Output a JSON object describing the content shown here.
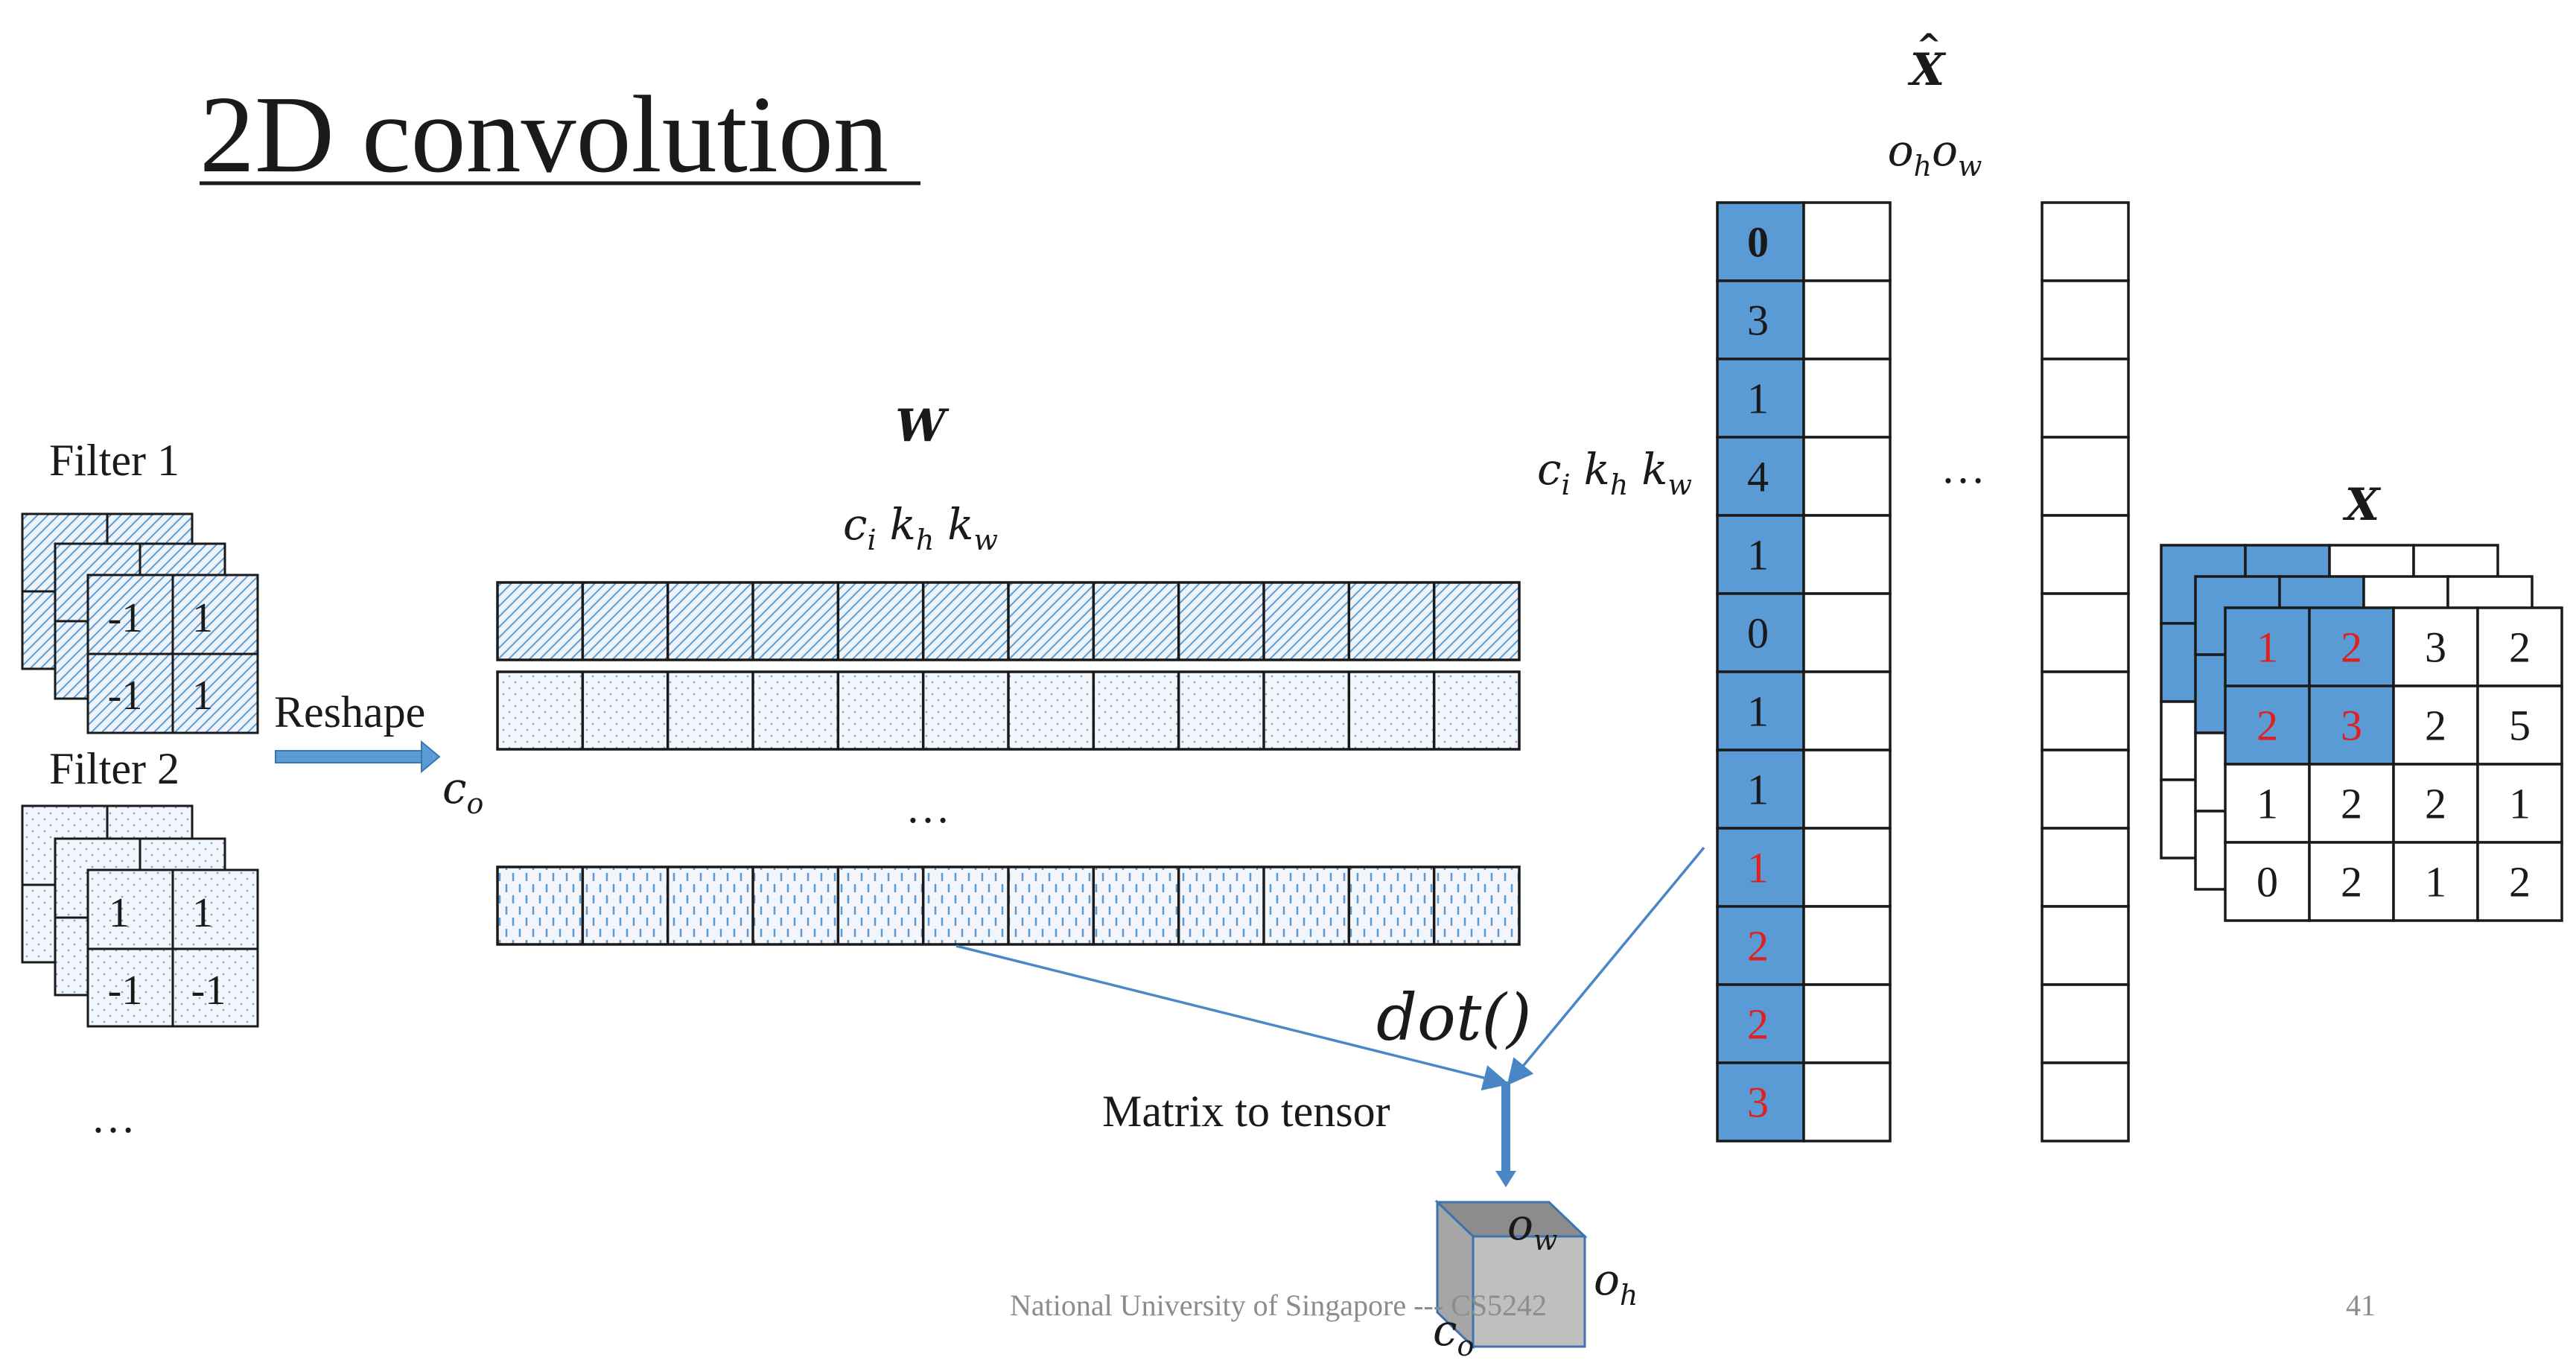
{
  "slide": {
    "title": "2D convolution",
    "footer": "National University of Singapore --- CS5242",
    "page_number": "41"
  },
  "filters": {
    "filter1": {
      "label": "Filter 1",
      "cells": [
        "-1",
        "1",
        "-1",
        "1"
      ]
    },
    "filter2": {
      "label": "Filter 2",
      "cells": [
        "1",
        "1",
        "-1",
        "-1"
      ]
    },
    "ellipsis": "…"
  },
  "reshape_label": "Reshape",
  "w_matrix": {
    "name": "W",
    "cols_label_parts": [
      "c",
      "i",
      "k",
      "h",
      "k",
      "w"
    ],
    "rows_label_parts": [
      "c",
      "o"
    ],
    "ellipsis": "…",
    "row_patterns": [
      "diagonal-hatch",
      "dot-pattern",
      "dash-pattern"
    ]
  },
  "xhat_matrix": {
    "name": "X",
    "hat": "^",
    "cols_label_parts": [
      "o",
      "h",
      "o",
      "w"
    ],
    "rows_label_parts": [
      "c",
      "i",
      "k",
      "h",
      "k",
      "w"
    ],
    "first_column": [
      "0",
      "3",
      "1",
      "4",
      "1",
      "0",
      "1",
      "1",
      "1",
      "2",
      "2",
      "3"
    ],
    "first_column_red_from": 8,
    "ellipsis": "…"
  },
  "x_tensor": {
    "name": "X",
    "front_grid": [
      [
        "1",
        "2",
        "3",
        "2"
      ],
      [
        "2",
        "3",
        "2",
        "5"
      ],
      [
        "1",
        "2",
        "2",
        "1"
      ],
      [
        "0",
        "2",
        "1",
        "2"
      ]
    ],
    "highlighted_cells": [
      [
        0,
        0
      ],
      [
        0,
        1
      ],
      [
        1,
        0
      ],
      [
        1,
        1
      ]
    ]
  },
  "dot_label": "dot()",
  "matrix_to_tensor_label": "Matrix to tensor",
  "output_cube": {
    "w_label_parts": [
      "o",
      "w"
    ],
    "h_label_parts": [
      "o",
      "h"
    ],
    "c_label_parts": [
      "c",
      "o"
    ]
  },
  "colors": {
    "accent_blue": "#5b9bd5",
    "arrow_blue": "#4a86c5",
    "pattern_blue": "#5b9bd5",
    "highlight_red": "#e0201c",
    "text": "#1a1a1a",
    "footer_gray": "#8c8c8c",
    "cube_top": "#8c8c8c",
    "cube_front": "#bfbfbf",
    "cube_side": "#a6a6a6"
  }
}
